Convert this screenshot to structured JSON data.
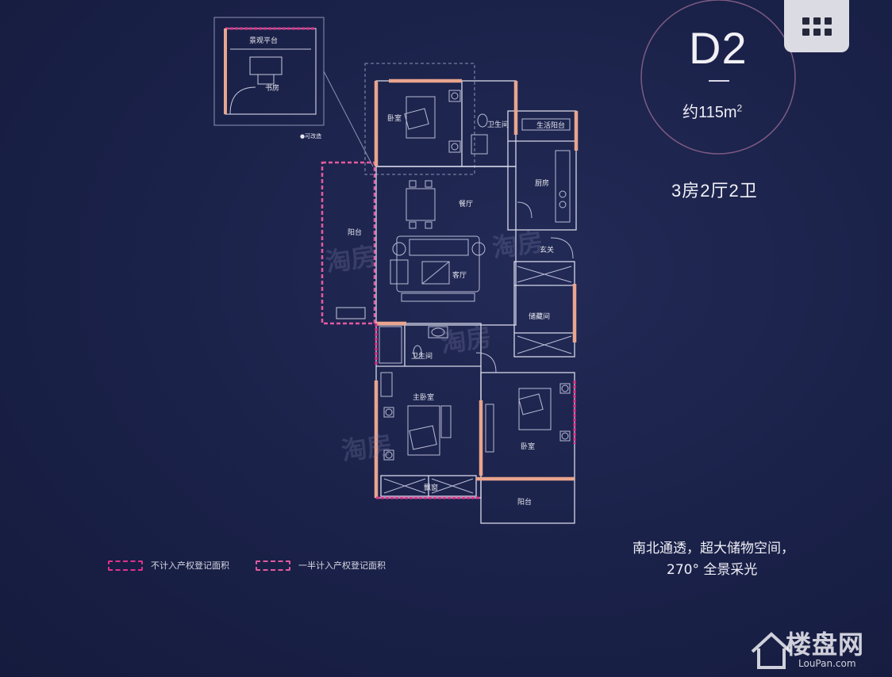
{
  "unit": {
    "code": "D2",
    "area_prefix": "约115m",
    "area_sup": "2",
    "layout": "3房2厅2卫",
    "feature_line1": "南北通透，超大储物空间，",
    "feature_line2": "270°  全景采光"
  },
  "legend": [
    {
      "label": "不计入产权登记面积",
      "color": "#e0338a"
    },
    {
      "label": "一半计入产权登记面积",
      "color": "#e45aa0"
    }
  ],
  "rooms": {
    "bedroom_1": "卧室",
    "bathroom_1": "卫生间",
    "utility": "生活阳台",
    "dining": "餐厅",
    "kitchen": "厨房",
    "balcony_west": "阳台",
    "entrance": "玄关",
    "living": "客厅",
    "storage": "储藏间",
    "bathroom_2": "卫生间",
    "master": "主卧室",
    "bay": "飘窗",
    "bedroom_2": "卧室",
    "balcony_south": "阳台",
    "inset_terrace": "景观平台",
    "inset_study": "书房",
    "inset_note": "●可改造"
  },
  "watermarks": [
    "淘房",
    "淘房",
    "淘房",
    "淘房"
  ],
  "brand": {
    "cn": "楼盘网",
    "en": "LouPan.com"
  },
  "icons": {
    "menu": "grid-menu-icon",
    "brand": "house-logo-icon"
  }
}
